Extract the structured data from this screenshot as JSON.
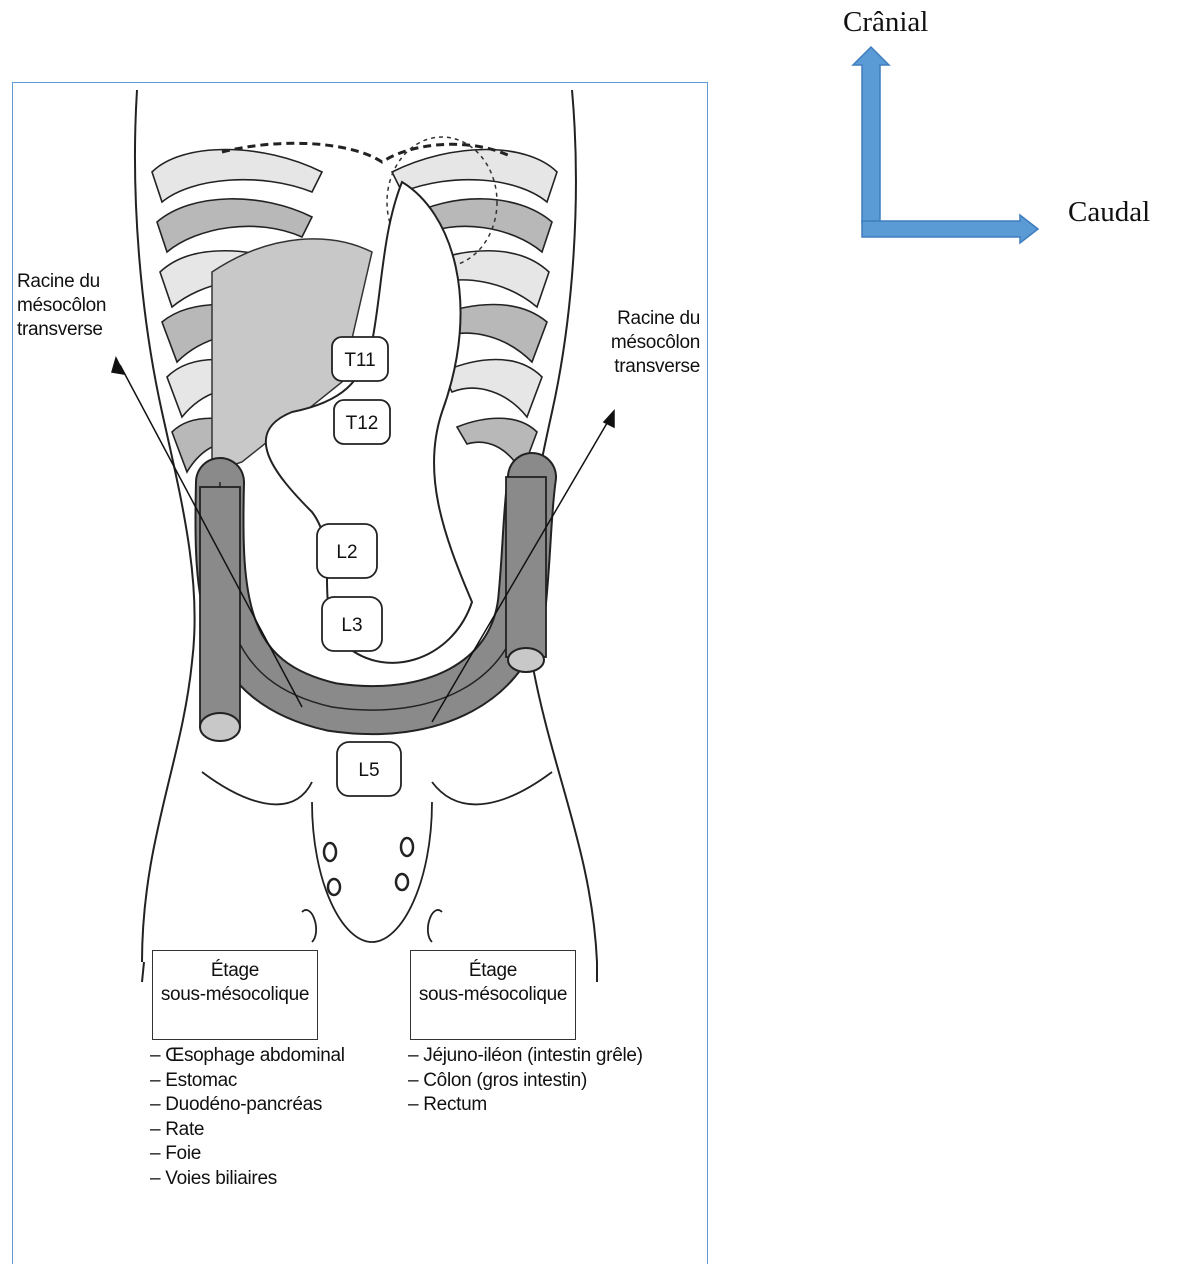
{
  "axes": {
    "up_label": "Crânial",
    "right_label": "Caudal",
    "arrow_color": "#5b9bd5"
  },
  "figure": {
    "border_color": "#5b9bd5",
    "left_label": [
      "Racine du",
      "mésocôlon",
      "transverse"
    ],
    "right_label": [
      "Racine du",
      "mésocôlon",
      "transverse"
    ],
    "vertebrae": [
      "T11",
      "T12",
      "L2",
      "L3",
      "L5"
    ],
    "colon_color": "#808080",
    "box_left": {
      "title": "Étage",
      "subtitle": "sous-mésocolique",
      "items": [
        "Œsophage abdominal",
        "Estomac",
        "Duodéno-pancréas",
        "Rate",
        "Foie",
        "Voies biliaires"
      ]
    },
    "box_right": {
      "title": "Étage",
      "subtitle": "sous-mésocolique",
      "items": [
        "Jéjuno-iléon (intestin grêle)",
        "Côlon (gros intestin)",
        "Rectum"
      ]
    }
  }
}
